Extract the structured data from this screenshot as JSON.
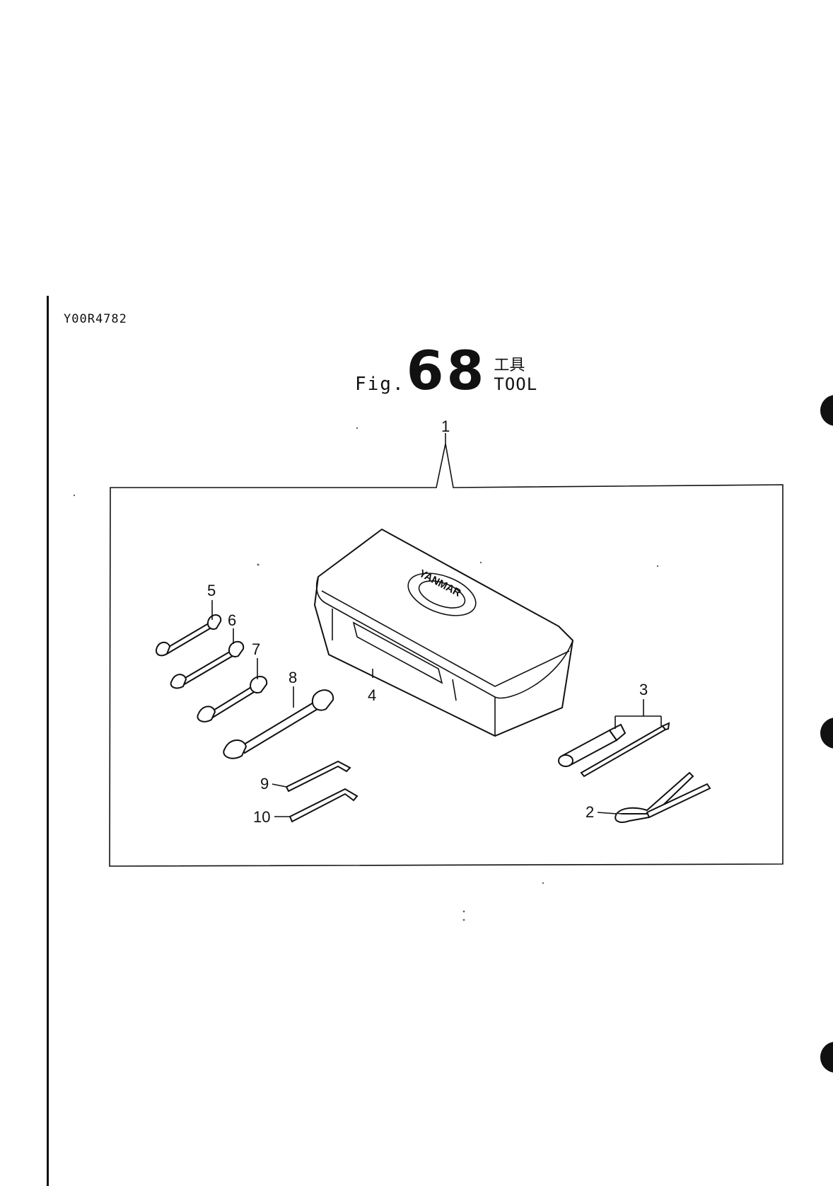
{
  "document": {
    "code": "Y00R4782"
  },
  "figure": {
    "prefix": "Fig.",
    "number": "68",
    "title_jp": "工具",
    "title_en": "TOOL"
  },
  "callouts": {
    "c1": "1",
    "c2": "2",
    "c3": "3",
    "c4": "4",
    "c5": "5",
    "c6": "6",
    "c7": "7",
    "c8": "8",
    "c9": "9",
    "c10": "10"
  },
  "logo_text": "YANMAR",
  "colors": {
    "ink": "#111111",
    "paper": "#ffffff"
  }
}
